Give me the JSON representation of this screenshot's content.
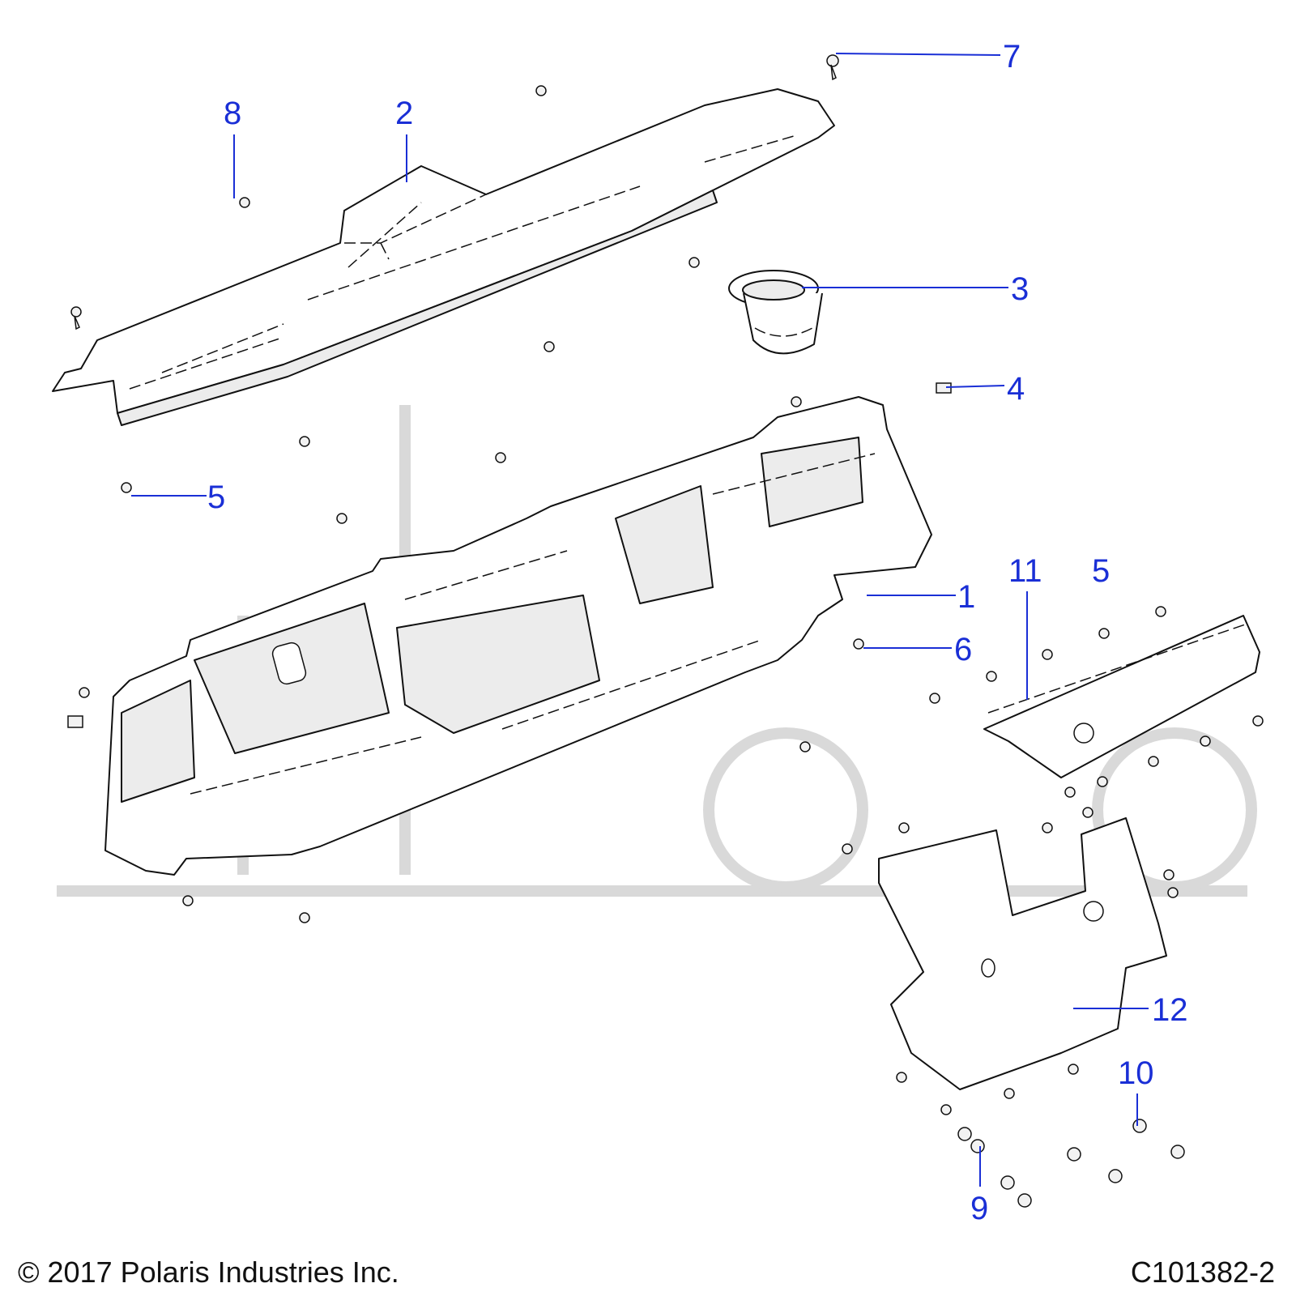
{
  "callouts": [
    {
      "id": "1",
      "label": "1"
    },
    {
      "id": "2",
      "label": "2"
    },
    {
      "id": "3",
      "label": "3"
    },
    {
      "id": "4",
      "label": "4"
    },
    {
      "id": "5a",
      "label": "5"
    },
    {
      "id": "5b",
      "label": "5"
    },
    {
      "id": "6",
      "label": "6"
    },
    {
      "id": "7",
      "label": "7"
    },
    {
      "id": "8",
      "label": "8"
    },
    {
      "id": "9",
      "label": "9"
    },
    {
      "id": "10",
      "label": "10"
    },
    {
      "id": "11",
      "label": "11"
    },
    {
      "id": "12",
      "label": "12"
    }
  ],
  "footer": {
    "copyright": "© 2017 Polaris Industries Inc.",
    "drawing_number": "C101382-2"
  },
  "colors": {
    "callout": "#1a2fd6",
    "line": "#111111",
    "watermark": "#d9d9d9"
  },
  "icons": {
    "fastener": "push-rivet-icon",
    "nut": "nut-icon"
  }
}
